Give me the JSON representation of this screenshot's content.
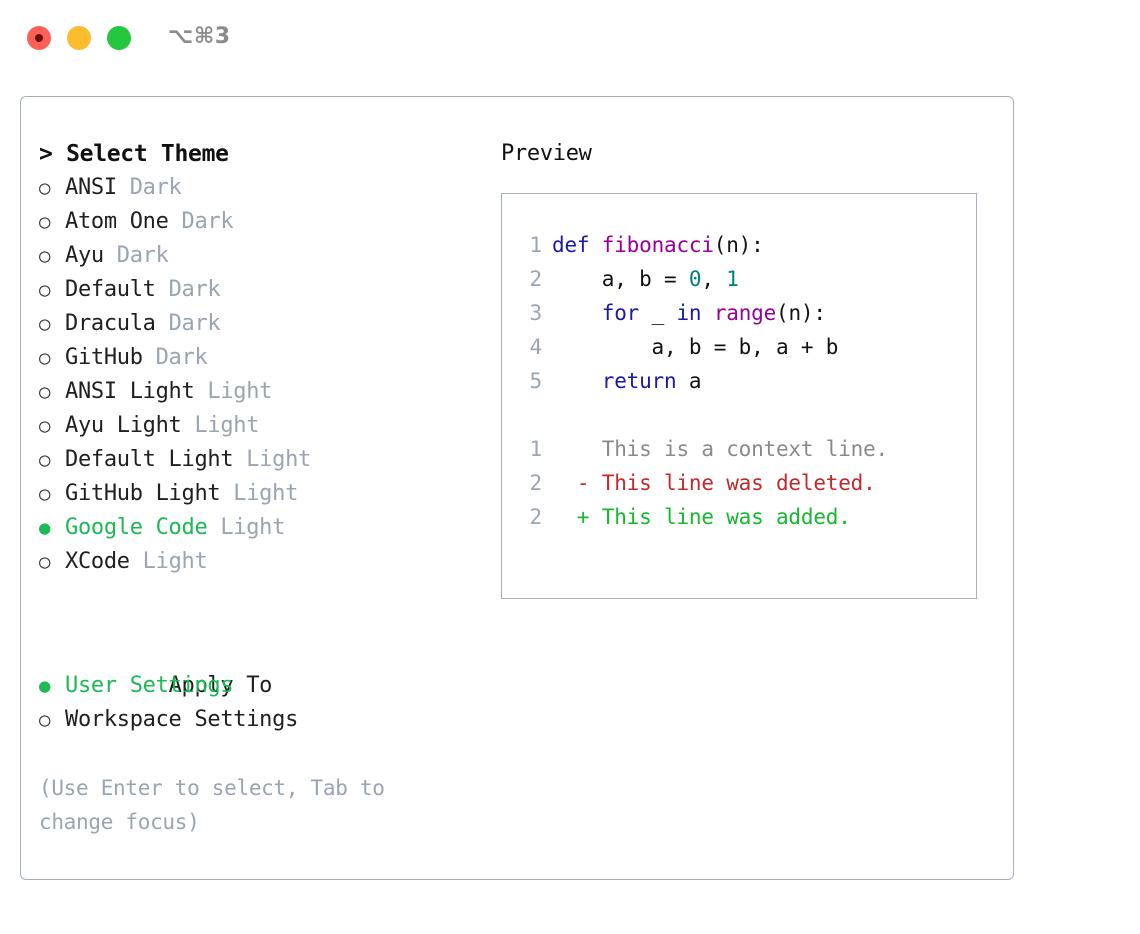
{
  "window": {
    "traffic_lights": [
      "close",
      "minimize",
      "zoom"
    ],
    "shortcut_label": "⌥⌘3",
    "colors": {
      "red": "#fc6058",
      "yellow": "#fdbc2e",
      "green": "#25c73e",
      "accent_green": "#1db954",
      "border": "#a6b0bd",
      "muted": "#9aa5b1"
    }
  },
  "theme_picker": {
    "title": "> Select Theme",
    "items": [
      {
        "marker": "○",
        "label": "ANSI",
        "tag": "Dark",
        "selected": false
      },
      {
        "marker": "○",
        "label": "Atom One",
        "tag": "Dark",
        "selected": false
      },
      {
        "marker": "○",
        "label": "Ayu",
        "tag": "Dark",
        "selected": false
      },
      {
        "marker": "○",
        "label": "Default",
        "tag": "Dark",
        "selected": false
      },
      {
        "marker": "○",
        "label": "Dracula",
        "tag": "Dark",
        "selected": false
      },
      {
        "marker": "○",
        "label": "GitHub",
        "tag": "Dark",
        "selected": false
      },
      {
        "marker": "○",
        "label": "ANSI Light",
        "tag": "Light",
        "selected": false
      },
      {
        "marker": "○",
        "label": "Ayu Light",
        "tag": "Light",
        "selected": false
      },
      {
        "marker": "○",
        "label": "Default Light",
        "tag": "Light",
        "selected": false
      },
      {
        "marker": "○",
        "label": "GitHub Light",
        "tag": "Light",
        "selected": false
      },
      {
        "marker": "●",
        "label": "Google Code",
        "tag": "Light",
        "selected": true
      },
      {
        "marker": "○",
        "label": "XCode",
        "tag": "Light",
        "selected": false
      }
    ]
  },
  "apply_to": {
    "title": "Apply To",
    "items": [
      {
        "marker": "●",
        "label": "User Settings",
        "selected": true
      },
      {
        "marker": "○",
        "label": "Workspace Settings",
        "selected": false
      }
    ]
  },
  "hint": "(Use Enter to select, Tab to change focus)",
  "preview": {
    "title": "Preview",
    "code_lines": [
      {
        "n": "1",
        "tokens": [
          {
            "t": "def",
            "c": "kw"
          },
          {
            "t": " ",
            "c": "plain"
          },
          {
            "t": "fibonacci",
            "c": "fn"
          },
          {
            "t": "(n):",
            "c": "plain"
          }
        ]
      },
      {
        "n": "2",
        "tokens": [
          {
            "t": "    a, b = ",
            "c": "plain"
          },
          {
            "t": "0",
            "c": "num"
          },
          {
            "t": ", ",
            "c": "plain"
          },
          {
            "t": "1",
            "c": "num"
          }
        ]
      },
      {
        "n": "3",
        "tokens": [
          {
            "t": "    ",
            "c": "plain"
          },
          {
            "t": "for",
            "c": "kw"
          },
          {
            "t": " _ ",
            "c": "plain"
          },
          {
            "t": "in",
            "c": "kw"
          },
          {
            "t": " ",
            "c": "plain"
          },
          {
            "t": "range",
            "c": "fn"
          },
          {
            "t": "(n):",
            "c": "plain"
          }
        ]
      },
      {
        "n": "4",
        "tokens": [
          {
            "t": "        a, b = b, a + b",
            "c": "plain"
          }
        ]
      },
      {
        "n": "5",
        "tokens": [
          {
            "t": "    ",
            "c": "plain"
          },
          {
            "t": "return",
            "c": "kw"
          },
          {
            "t": " a",
            "c": "plain"
          }
        ]
      }
    ],
    "diff_lines": [
      {
        "n": "1",
        "sign": " ",
        "text": "This is a context line.",
        "kind": "ctx"
      },
      {
        "n": "2",
        "sign": "-",
        "text": "This line was deleted.",
        "kind": "del"
      },
      {
        "n": "2",
        "sign": "+",
        "text": "This line was added.",
        "kind": "add"
      }
    ]
  }
}
